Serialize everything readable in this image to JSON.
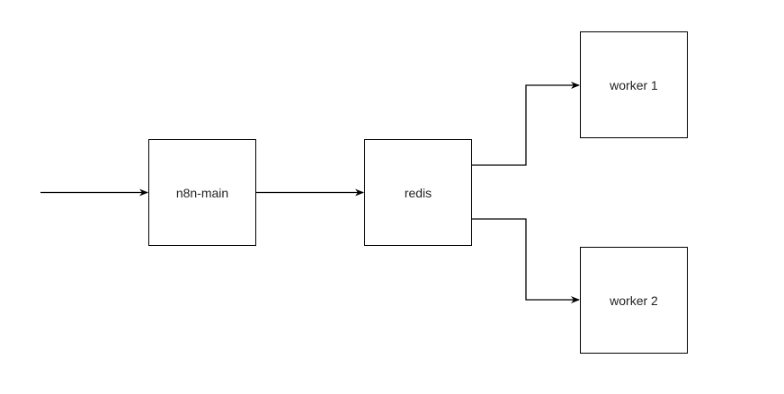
{
  "diagram": {
    "nodes": {
      "main": {
        "label": "n8n-main"
      },
      "redis": {
        "label": "redis"
      },
      "worker1": {
        "label": "worker 1"
      },
      "worker2": {
        "label": "worker 2"
      }
    },
    "edges": [
      {
        "from": "",
        "to": "main"
      },
      {
        "from": "main",
        "to": "redis"
      },
      {
        "from": "redis",
        "to": "worker1"
      },
      {
        "from": "redis",
        "to": "worker2"
      }
    ],
    "colors": {
      "stroke": "#000000",
      "background": "#ffffff",
      "text": "#222222"
    }
  }
}
